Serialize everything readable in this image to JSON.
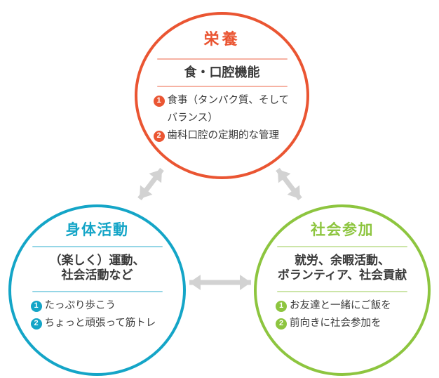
{
  "colors": {
    "arrow": "#d2d2d2",
    "text": "#3a3a3a",
    "background": "#ffffff"
  },
  "circles": [
    {
      "id": "nutrition",
      "accent": "#ea5532",
      "title": "栄養",
      "subtitle": [
        "食・口腔機能"
      ],
      "items": [
        {
          "num": "1",
          "lines": [
            "食事（タンパク質、そして",
            "バランス）"
          ]
        },
        {
          "num": "2",
          "lines": [
            "歯科口腔の定期的な管理"
          ]
        }
      ]
    },
    {
      "id": "physical-activity",
      "accent": "#14a5c7",
      "title": "身体活動",
      "subtitle": [
        "（楽しく）運動、",
        "社会活動など"
      ],
      "items": [
        {
          "num": "1",
          "lines": [
            "たっぷり歩こう"
          ]
        },
        {
          "num": "2",
          "lines": [
            "ちょっと頑張って筋トレ"
          ]
        }
      ]
    },
    {
      "id": "social-participation",
      "accent": "#8dc53f",
      "title": "社会参加",
      "subtitle": [
        "就労、余暇活動、",
        "ボランティア、社会貢献"
      ],
      "items": [
        {
          "num": "1",
          "lines": [
            "お友達と一緒にご飯を"
          ]
        },
        {
          "num": "2",
          "lines": [
            "前向きに社会参加を"
          ]
        }
      ]
    }
  ],
  "arrows": [
    {
      "name": "nutrition-physical"
    },
    {
      "name": "nutrition-social"
    },
    {
      "name": "physical-social"
    }
  ]
}
